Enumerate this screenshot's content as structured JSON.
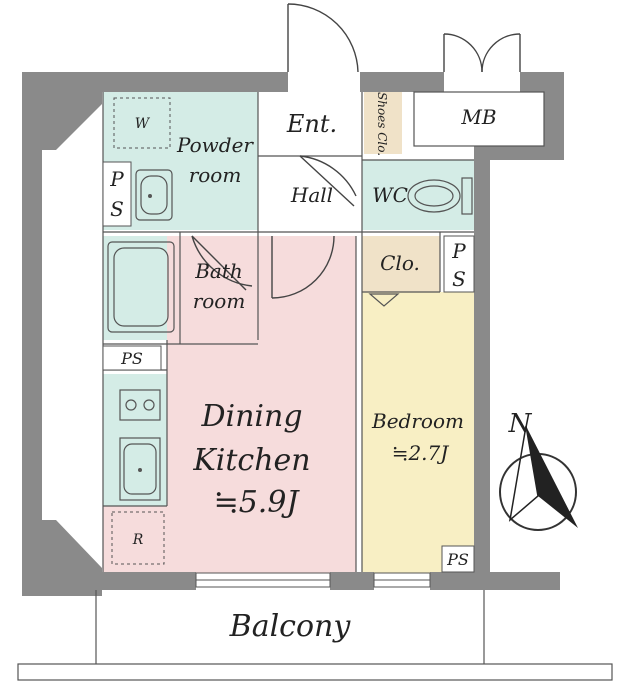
{
  "rooms": {
    "entrance": "Ent.",
    "shoes_closet": "Shoes Clo.",
    "mb": "MB",
    "powder_room_line1": "Powder",
    "powder_room_line2": "room",
    "washer": "W",
    "ps_left_1": "P",
    "ps_left_2": "S",
    "hall": "Hall",
    "wc": "WC",
    "bath_line1": "Bath",
    "bath_line2": "room",
    "closet": "Clo.",
    "ps_right_1": "P",
    "ps_right_2": "S",
    "ps_mid": "PS",
    "dining_line1": "Dining",
    "dining_line2": "Kitchen",
    "dining_size": "≒5.9J",
    "bedroom_line1": "Bedroom",
    "bedroom_size": "≒2.7J",
    "ps_bottom": "PS",
    "fridge": "R",
    "balcony": "Balcony",
    "compass_n": "N"
  },
  "colors": {
    "wet_area": "#d4ece6",
    "dining_kitchen": "#f6dcdc",
    "bedroom": "#f8efc4",
    "closet": "#f0e2c8",
    "wall": "#8a8a8a"
  }
}
